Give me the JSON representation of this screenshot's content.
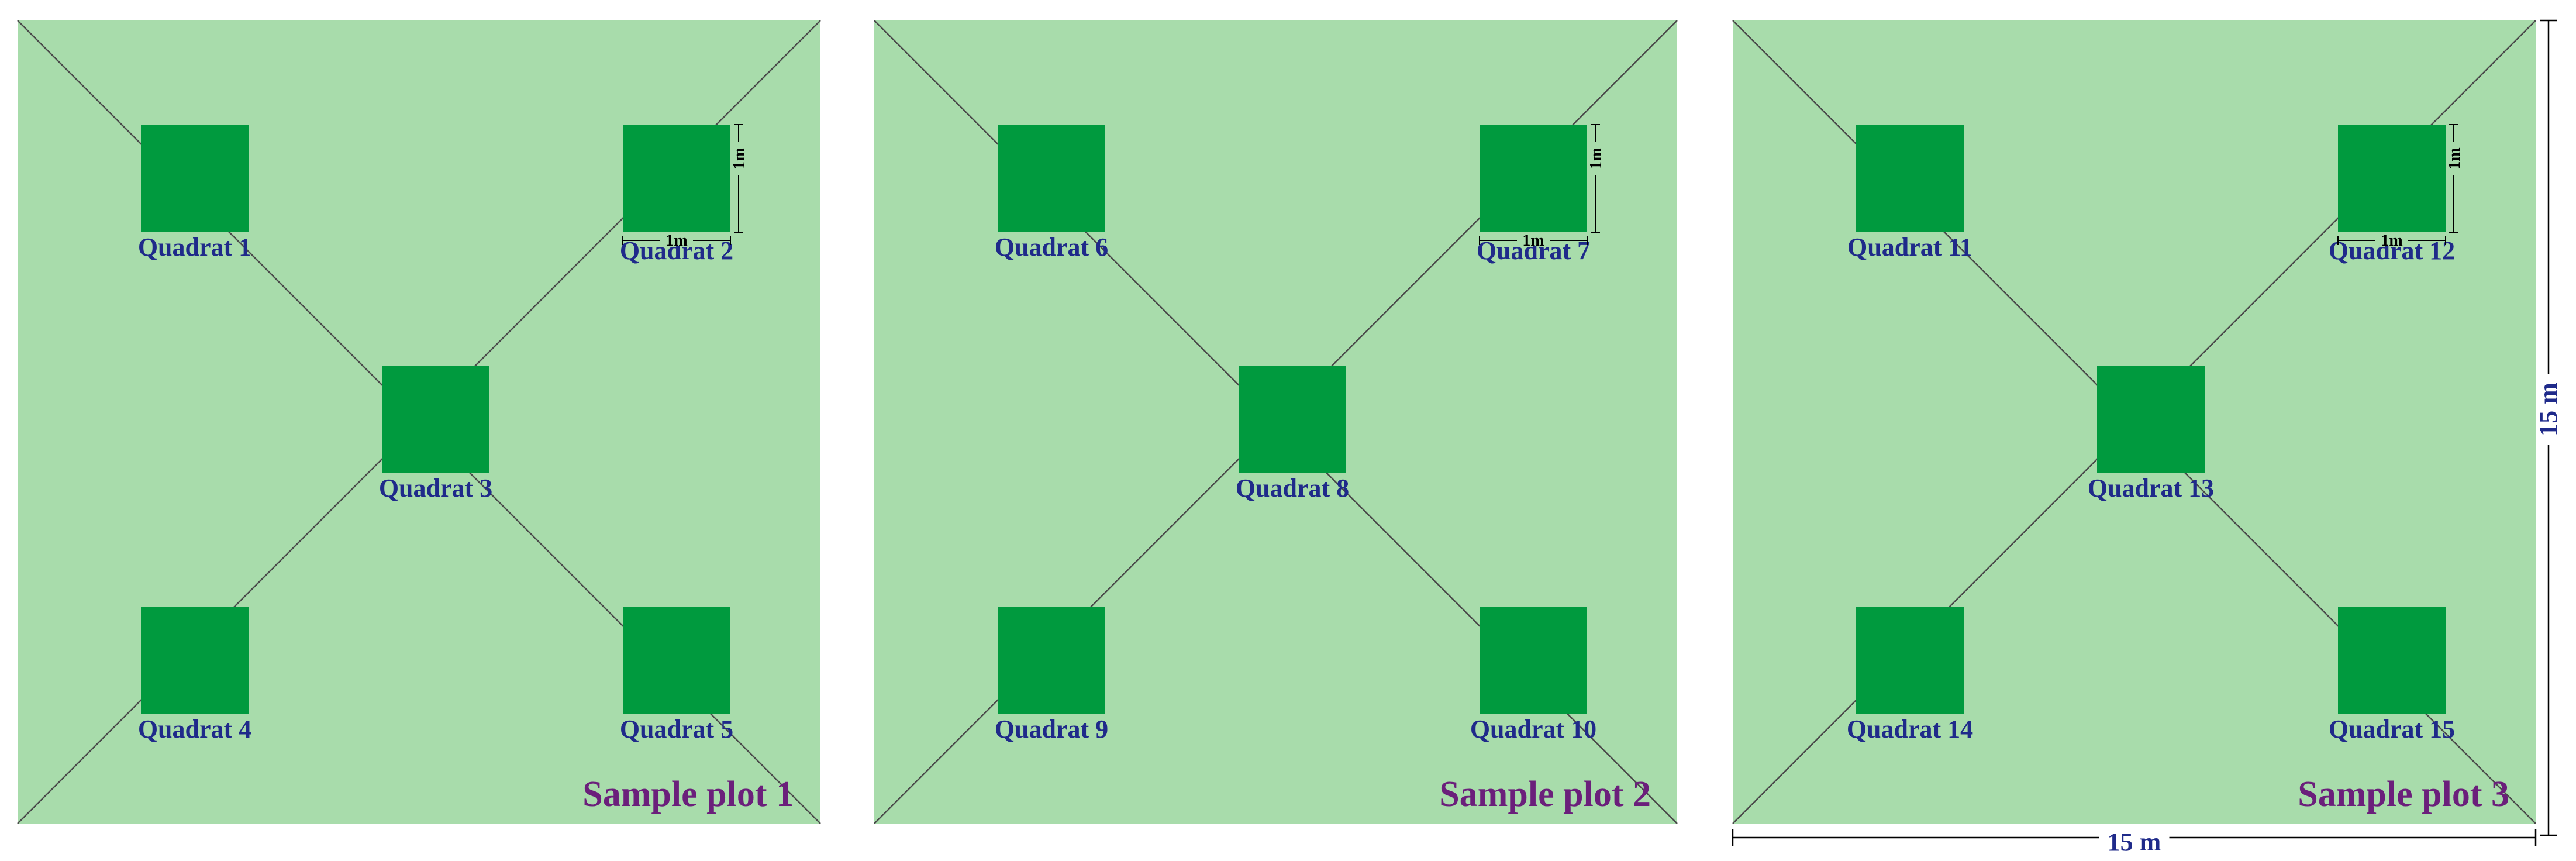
{
  "colors": {
    "plot_fill": "#a8dcab",
    "quadrat_fill": "#009a3e",
    "diagonal_line": "#4a4a4a",
    "quadrat_label": "#1f2a8a",
    "plot_label": "#6b1f7b",
    "dimension_line": "#000000",
    "dimension_label": "#1f2a8a"
  },
  "plots": [
    {
      "label": "Sample plot 1",
      "quadrats": [
        {
          "label": "Quadrat 1"
        },
        {
          "label": "Quadrat 2"
        },
        {
          "label": "Quadrat 3"
        },
        {
          "label": "Quadrat 4"
        },
        {
          "label": "Quadrat 5"
        }
      ]
    },
    {
      "label": "Sample plot 2",
      "quadrats": [
        {
          "label": "Quadrat 6"
        },
        {
          "label": "Quadrat 7"
        },
        {
          "label": "Quadrat 8"
        },
        {
          "label": "Quadrat 9"
        },
        {
          "label": "Quadrat 10"
        }
      ]
    },
    {
      "label": "Sample plot 3",
      "quadrats": [
        {
          "label": "Quadrat 11"
        },
        {
          "label": "Quadrat 12"
        },
        {
          "label": "Quadrat 13"
        },
        {
          "label": "Quadrat 14"
        },
        {
          "label": "Quadrat 15"
        }
      ]
    }
  ],
  "quadrat_scale": {
    "width_label": "1m",
    "height_label": "1m"
  },
  "plot_dimensions": {
    "width_label": "15 m",
    "height_label": "15 m"
  }
}
